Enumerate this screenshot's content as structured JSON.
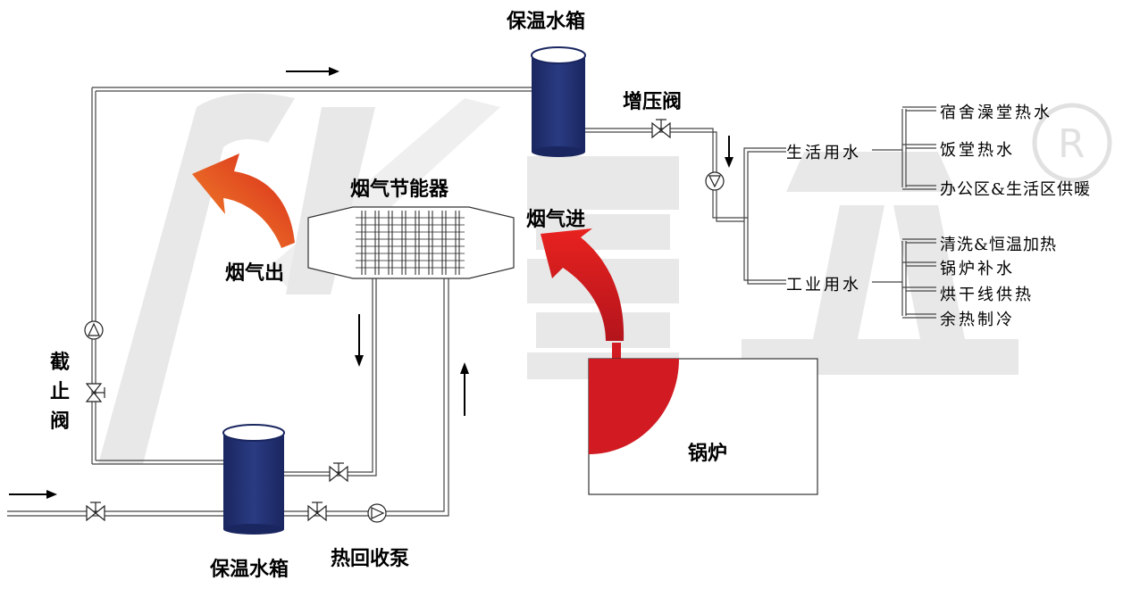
{
  "colors": {
    "tank": "#1f2e6b",
    "arrow_red": "#e03c1f",
    "boiler_fire": "#d11a22",
    "pipe": "#333333",
    "watermark": "#e6e6e6"
  },
  "labels": {
    "tank_top": "保温水箱",
    "tank_bottom": "保温水箱",
    "booster_valve": "增压阀",
    "economizer": "烟气节能器",
    "flue_in": "烟气进",
    "flue_out": "烟气出",
    "stop_valve": "截止阀",
    "heat_pump": "热回收泵",
    "boiler": "锅炉"
  },
  "domestic": {
    "label": "生活用水",
    "items": [
      "宿舍澡堂热水",
      "饭堂热水",
      "办公区&生活区供暖"
    ]
  },
  "industrial": {
    "label": "工业用水",
    "items": [
      "清洗&恒温加热",
      "锅炉补水",
      "烘干线供热",
      "余热制冷"
    ]
  },
  "icons": [
    "arrow-icon",
    "valve-icon",
    "pump-icon",
    "registered-mark-icon",
    "flue-arrow-icon"
  ]
}
